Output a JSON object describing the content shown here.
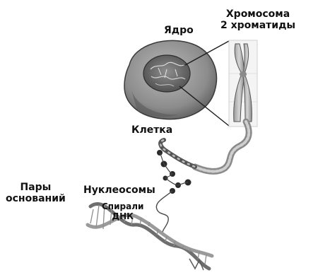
{
  "labels": {
    "nucleus": "Ядро",
    "chromosome_line1": "Хромосома",
    "chromosome_line2": "2 хроматиды",
    "cell": "Клетка",
    "basepairs_line1": "Пары",
    "basepairs_line2": "оснований",
    "nucleosomes": "Нуклеосомы",
    "helix_line1": "Спирали",
    "helix_line2": "ДНК"
  },
  "colors": {
    "ink": "#111111",
    "cell_fill": "#8a8a8a",
    "nucleus_fill": "#6a6a6a",
    "chromosome_fill": "#bdbdbd",
    "fiber": "#7a7a7a"
  }
}
